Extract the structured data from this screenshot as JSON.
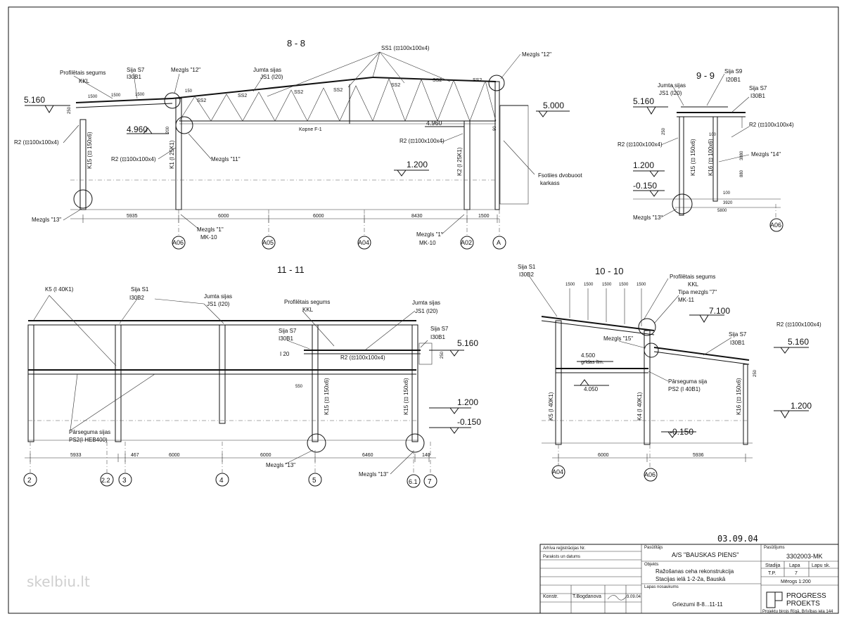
{
  "sections": {
    "s88": {
      "title": "8 - 8",
      "labels": {
        "ss1": "SS1 (⊡100x100x4)",
        "mezgls12a": "Mezgls \"12\"",
        "mezgls12b": "Mezgls \"12\"",
        "prof1": "Profilētais segums",
        "prof2": "KKL",
        "sijaS7a": "Sija S7",
        "sijaS7b": "I30B1",
        "jumta1": "Jumta sijas",
        "jumta2": "JS1 (I20)",
        "ss2": "SS2",
        "lv5160": "5.160",
        "lv4960": "4.960",
        "lv5000": "5.000",
        "lv4960b": "4.960",
        "lv1200": "1.200",
        "r2a": "R2 (⊡100x100x4)",
        "r2b": "R2 (⊡100x100x4)",
        "r2c": "R2 (⊡100x100x4)",
        "mezgls11": "Mezgls \"11\"",
        "kopne": "Kopne F-1",
        "k15": "K15 (⊡ 150x6)",
        "k1": "K1 (I 25K1)",
        "k2": "K2 (I 25K1)",
        "foot1": "Fsotiies dvobuoot",
        "foot2": "karkass",
        "mezgls13": "Mezgls \"13\"",
        "mezgls1a": "Mezgls \"1\"",
        "mk10a": "MK-10",
        "mezgls1b": "Mezgls \"1\"",
        "mk10b": "MK-10",
        "d1500a": "1500",
        "d1500b": "1500",
        "d1500c": "1500",
        "d150": "150",
        "d250": "250",
        "d200": "200",
        "d90": "90"
      },
      "dims": [
        "5935",
        "6000",
        "6000",
        "8430",
        "1500"
      ],
      "axes": [
        "A06",
        "A05",
        "A04",
        "A02",
        "A"
      ]
    },
    "s99": {
      "title": "9 - 9",
      "labels": {
        "sijaS9": "Sija S9",
        "i20b1": "I20B1",
        "jumta1": "Jumta sijas",
        "jumta2": "JS1 (I20)",
        "sijaS7": "Sija S7",
        "i30b1": "I30B1",
        "lv5160": "5.160",
        "r2a": "R2 (⊡100x100x4)",
        "r2b": "R2 (⊡100x100x4)",
        "mezgls14": "Mezgls \"14\"",
        "lv1200": "1.200",
        "lv0150": "-0.150",
        "k15": "K15 (⊡ 150x6)",
        "k16": "K16 (⊡ 100x6)",
        "mezgls13": "Mezgls \"13\"",
        "d3920": "3920",
        "d5800": "5800",
        "d100": "100",
        "d250": "250",
        "d3880": "3880",
        "d880": "880",
        "d100b": "100"
      },
      "axes": [
        "A06"
      ]
    },
    "s1111": {
      "title": "11 - 11",
      "labels": {
        "k5": "K5 (I 40K1)",
        "sijaS1": "Sija S1",
        "i30b2": "I30B2",
        "jumta1": "Jumta sijas",
        "jumta2": "JS1 (I20)",
        "prof1": "Profilētais segums",
        "prof2": "KKL",
        "jumta3": "Jumta sijas",
        "jumta4": "JS1 (I20)",
        "sijaS7a": "Sija S7",
        "sijaS7b": "I30B1",
        "sijaS7c": "Sija S7",
        "sijaS7d": "I30B1",
        "lv5160": "5.160",
        "i20": "I 20",
        "r2": "R2 (⊡100x100x4)",
        "d550": "550",
        "d250": "250",
        "k15a": "K15 (⊡ 150x6)",
        "k15b": "K15 (⊡ 150x6)",
        "lv1200": "1.200",
        "lv0150": "-0.150",
        "pars1": "Pārseguma sijas",
        "pars2": "PS2(I HEB400)",
        "mezgls13a": "Mezgls \"13\"",
        "mezgls13b": "Mezgls \"13\""
      },
      "dims": [
        "5933",
        "467",
        "6000",
        "6000",
        "6460",
        "140"
      ],
      "axes": [
        "2",
        "2.2",
        "3",
        "4",
        "5",
        "6.1",
        "7"
      ]
    },
    "s1010": {
      "title": "10 - 10",
      "labels": {
        "sijaS1": "Sija S1",
        "i30b2": "I30B2",
        "prof1": "Profilētais segums",
        "prof2": "KKL",
        "tipa1": "Tipa mezgls \"7\"",
        "tipa2": "MK-11",
        "lv7100": "7.100",
        "r2": "R2 (⊡100x100x4)",
        "sijaS7a": "Sija S7",
        "sijaS7b": "I30B1",
        "lv5160": "5.160",
        "mezgls15": "Mezgls \"15\"",
        "lv4500": "4.500",
        "gridas": "grīdas līm.",
        "lv4050": "4.050",
        "pars1": "Pārseguma sija",
        "pars2": "PS2 (I 40B1)",
        "k5": "K5 (I 40K1)",
        "k4": "K4 (I 40K1)",
        "k16": "K16 (⊡ 150x6)",
        "lv1200": "1.200",
        "lv0150": "-0.150",
        "d1500a": "1500",
        "d1500b": "1500",
        "d1500c": "1500",
        "d1500d": "1500",
        "d1500e": "1500",
        "d250": "250",
        "d6000": "6000",
        "d5936": "5936"
      },
      "axes": [
        "A04",
        "A06"
      ]
    }
  },
  "titleblock": {
    "date_hw": "03.09.04",
    "arhiva": "Arhīva reģistrācijas Nr.",
    "pasutitajs_lbl": "Pasūtītājs",
    "client": "A/S \"BAUSKAS PIENS\"",
    "pasutijums_lbl": "Pasūtījums",
    "order": "3302003-MK",
    "parakstu": "Paraksts un datums",
    "objekts_lbl": "Objekts",
    "obj1": "Ražošanas ceha rekonstrukcija",
    "obj2": "Stacijas ielā 1-2-2a, Bauskā",
    "stadija": "Stadija",
    "lapa": "Lapa",
    "lapu_sk": "Lapu sk.",
    "stadija_v": "T.P.",
    "lapa_v": "7",
    "merogs": "Mērogs 1:200",
    "lapas_nos": "Lapas nosaukums",
    "konstr": "Konstr.",
    "name": "T.Bogdanova",
    "sig_date": "3.09.04",
    "sheet_title": "Griezumi 8-8...11-11",
    "logo1": "PROGRESS",
    "logo2": "PROEKTS",
    "addr": "Projektu birojs Rīgā, Brīvības iela 144"
  },
  "watermark": "skelbiu.lt"
}
